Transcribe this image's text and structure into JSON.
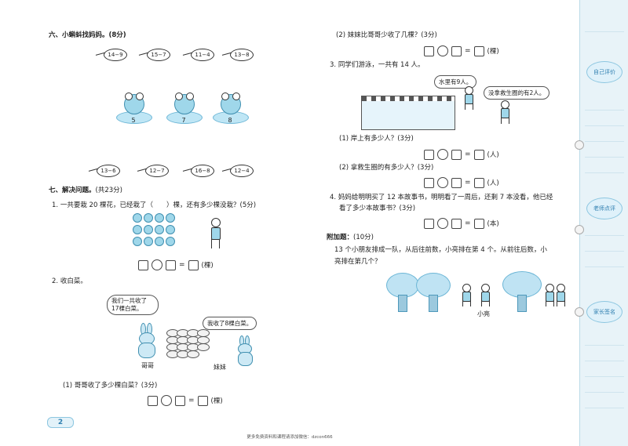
{
  "section6": {
    "title": "六、小蝌蚪找妈妈。(8分)",
    "tadpoles_top": [
      "14−9",
      "15−7",
      "11−4",
      "13−8"
    ],
    "frogs": [
      "5",
      "7",
      "8"
    ],
    "tadpoles_bottom": [
      "13−6",
      "12−7",
      "16−8",
      "12−4"
    ]
  },
  "section7": {
    "title": "七、解决问题。",
    "points": "(共23分)",
    "q1": {
      "num": "1.",
      "text": "一共要栽 20 棵花，已经栽了（　　）棵，还有多少棵没栽？(5分)",
      "unit": "(棵)"
    },
    "q2": {
      "num": "2.",
      "text": "收白菜。",
      "bubble_left": "我们一共收了17棵白菜。",
      "bubble_right": "我收了8棵白菜。",
      "label_left": "哥哥",
      "label_right": "妹妹",
      "sub1": "(1) 哥哥收了多少棵白菜？(3分)",
      "unit": "(棵)"
    },
    "page_number": "2"
  },
  "right": {
    "sub2": "(2) 妹妹比哥哥少收了几棵？(3分)",
    "sub2_unit": "(棵)",
    "q3": {
      "num": "3.",
      "text": "同学们游泳，一共有 14 人。",
      "bubble1": "水里有9人。",
      "bubble2": "没拿救生圈的有2人。",
      "sub1": "(1) 岸上有多少人？(3分)",
      "sub1_unit": "(人)",
      "sub2": "(2) 拿救生圈的有多少人？(3分)",
      "sub2_unit": "(人)"
    },
    "q4": {
      "num": "4.",
      "line1": "妈妈给明明买了 12 本故事书，明明看了一周后，还剩 7 本没看，他已经",
      "line2": "看了多少本故事书？(3分)",
      "unit": "(本)"
    },
    "bonus": {
      "title": "附加题：",
      "points": "(10分)",
      "line1": "13 个小朋友排成一队，从后往前数，小亮排在第 4 个。从前往后数，小",
      "line2": "亮排在第几个？",
      "label": "小亮"
    }
  },
  "footer": "更多免费资料和课程请添加微信：dzcon666",
  "side_badges": [
    "自己评价",
    "老师点评",
    "家长签名"
  ]
}
